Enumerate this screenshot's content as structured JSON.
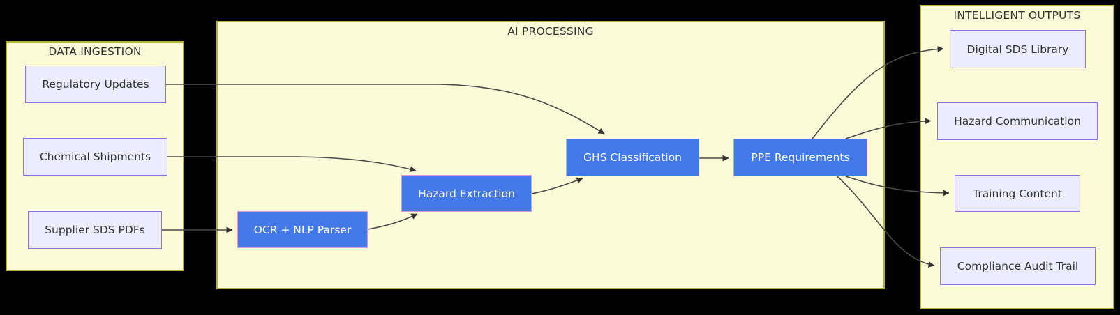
{
  "diagram": {
    "background": "#000000",
    "colors": {
      "group_fill": "#FBFBD7",
      "group_border": "#B4B23C",
      "io_node_fill": "#ECECFF",
      "io_node_border": "#9370DB",
      "process_node_fill": "#4379E8",
      "process_node_border": "#CD9FD4",
      "io_text": "#333333",
      "process_text": "#FFFFFF",
      "edge": "#4A4A4A"
    },
    "groups": [
      {
        "title": "DATA INGESTION",
        "nodes": [
          {
            "label": "Regulatory Updates"
          },
          {
            "label": "Chemical Shipments"
          },
          {
            "label": "Supplier SDS PDFs"
          }
        ]
      },
      {
        "title": "AI PROCESSING",
        "nodes": [
          {
            "label": "OCR + NLP Parser"
          },
          {
            "label": "Hazard Extraction"
          },
          {
            "label": "GHS Classification"
          },
          {
            "label": "PPE Requirements"
          }
        ]
      },
      {
        "title": "INTELLIGENT OUTPUTS",
        "nodes": [
          {
            "label": "Digital SDS Library"
          },
          {
            "label": "Hazard Communication"
          },
          {
            "label": "Training Content"
          },
          {
            "label": "Compliance Audit Trail"
          }
        ]
      }
    ],
    "edges": [
      {
        "from": "Regulatory Updates",
        "to": "GHS Classification"
      },
      {
        "from": "Chemical Shipments",
        "to": "Hazard Extraction"
      },
      {
        "from": "Supplier SDS PDFs",
        "to": "OCR + NLP Parser"
      },
      {
        "from": "OCR + NLP Parser",
        "to": "Hazard Extraction"
      },
      {
        "from": "Hazard Extraction",
        "to": "GHS Classification"
      },
      {
        "from": "GHS Classification",
        "to": "PPE Requirements"
      },
      {
        "from": "PPE Requirements",
        "to": "Digital SDS Library"
      },
      {
        "from": "PPE Requirements",
        "to": "Hazard Communication"
      },
      {
        "from": "PPE Requirements",
        "to": "Training Content"
      },
      {
        "from": "PPE Requirements",
        "to": "Compliance Audit Trail"
      }
    ]
  }
}
